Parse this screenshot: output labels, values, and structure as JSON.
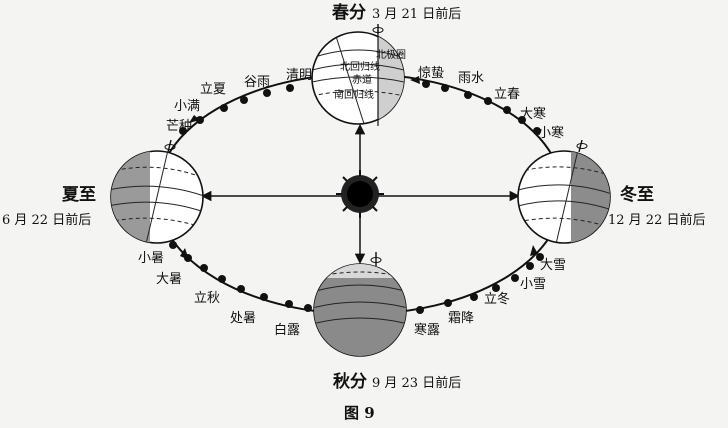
{
  "seasons": {
    "spring": {
      "name": "春分",
      "date": "3 月 21 日前后"
    },
    "summer": {
      "name": "夏至",
      "date": "6 月 22 日前后"
    },
    "autumn": {
      "name": "秋分",
      "date": "9 月 23 日前后"
    },
    "winter": {
      "name": "冬至",
      "date": "12 月 22 日前后"
    }
  },
  "solar_terms": [
    "清明",
    "谷雨",
    "立夏",
    "小满",
    "芒种",
    "小暑",
    "大暑",
    "立秋",
    "处暑",
    "白露",
    "寒露",
    "霜降",
    "立冬",
    "小雪",
    "大雪",
    "小寒",
    "大寒",
    "立春",
    "雨水",
    "惊蛰"
  ],
  "latitude_labels": {
    "arctic": "北极圈",
    "cancer": "北回归线",
    "equator": "赤道",
    "capricorn": "南回归线"
  },
  "caption": "图 9"
}
